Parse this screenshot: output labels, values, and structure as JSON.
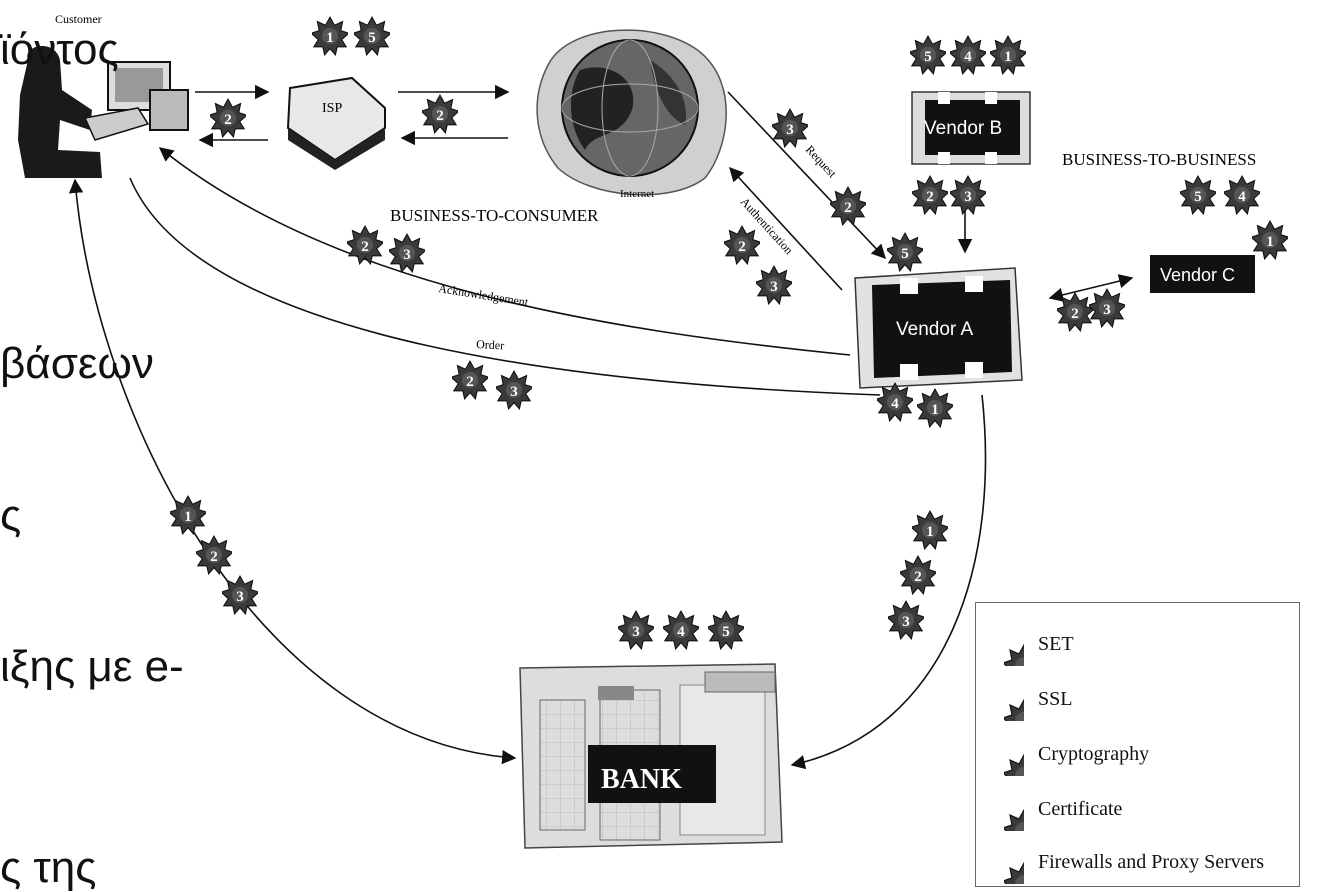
{
  "overlay_text": [
    "ϊόντος",
    "βάσεων",
    "ς",
    "ιξης με e-",
    "ς της"
  ],
  "nodes": {
    "customer": "Customer",
    "isp": "ISP",
    "internet": "Internet",
    "vendor_a": "Vendor A",
    "vendor_b": "Vendor B",
    "vendor_c": "Vendor C",
    "bank": "BANK"
  },
  "labels": {
    "b2c": "BUSINESS-TO-CONSUMER",
    "b2b": "BUSINESS-TO-BUSINESS",
    "acknowledgement": "Acknowledgement",
    "order": "Order",
    "request": "Request",
    "authentication": "Authentication"
  },
  "badges": [
    {
      "nums": [
        "1",
        "5"
      ]
    },
    {
      "nums": [
        "2"
      ]
    },
    {
      "nums": [
        "2"
      ]
    },
    {
      "nums": [
        "5",
        "4",
        "1"
      ]
    },
    {
      "nums": [
        "3",
        "2"
      ]
    },
    {
      "nums": [
        "2",
        "3"
      ]
    },
    {
      "nums": [
        "5"
      ]
    },
    {
      "nums": [
        "5",
        "4"
      ]
    },
    {
      "nums": [
        "1"
      ]
    },
    {
      "nums": [
        "2",
        "3"
      ]
    },
    {
      "nums": [
        "2",
        "3"
      ]
    },
    {
      "nums": [
        "2",
        "3"
      ]
    },
    {
      "nums": [
        "2",
        "3"
      ]
    },
    {
      "nums": [
        "4",
        "1"
      ]
    },
    {
      "nums": [
        "1",
        "2",
        "3"
      ]
    },
    {
      "nums": [
        "1",
        "2",
        "3"
      ]
    },
    {
      "nums": [
        "3",
        "4",
        "5"
      ]
    }
  ],
  "legend": [
    {
      "num": "1",
      "label": "SET"
    },
    {
      "num": "2",
      "label": "SSL"
    },
    {
      "num": "3",
      "label": "Cryptography"
    },
    {
      "num": "4",
      "label": "Certificate"
    },
    {
      "num": "5",
      "label": "Firewalls and Proxy Servers"
    }
  ]
}
